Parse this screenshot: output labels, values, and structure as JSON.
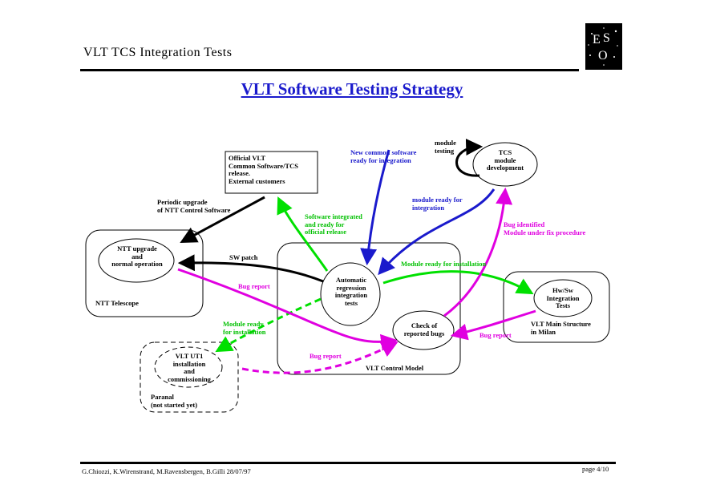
{
  "header": {
    "title": "VLT TCS Integration Tests",
    "logo_text": "ESO"
  },
  "main_title": "VLT Software Testing Strategy",
  "footer": {
    "authors": "G.Chiozzi, K.Wirenstrand, M.Ravensbergen, B.Gilli   28/07/97",
    "page": "page 4/10"
  },
  "colors": {
    "title_blue": "#1a1acc",
    "green": "#00c000",
    "magenta": "#e000e0",
    "black": "#000000"
  },
  "nodes": {
    "official_release": [
      "Official VLT",
      "Common Software/TCS",
      "release.",
      "External customers"
    ],
    "tcs_dev": [
      "TCS",
      "module",
      "development"
    ],
    "ntt_op": [
      "NTT upgrade",
      "and",
      "normal operation"
    ],
    "ntt_telescope": "NTT Telescope",
    "auto_tests": [
      "Automatic",
      "regression",
      "integration",
      "tests"
    ],
    "check_bugs": [
      "Check of",
      "reported bugs"
    ],
    "vlt_control": "VLT Control Model",
    "hwsw": [
      "Hw/Sw",
      "Integration",
      "Tests"
    ],
    "main_structure": [
      "VLT Main Structure",
      "in Milan"
    ],
    "ut1": [
      "VLT UT1",
      "installation",
      "and",
      "commissioning"
    ],
    "paranal": [
      "Paranal",
      "(not started yet)"
    ]
  },
  "labels": {
    "module_testing": [
      "module",
      "testing"
    ],
    "new_common": [
      "New common software",
      "ready for integration"
    ],
    "module_ready_integration": [
      "module ready for",
      "integration"
    ],
    "periodic_upgrade": [
      "Periodic upgrade",
      "of NTT Control Software"
    ],
    "sw_integrated": [
      "Software integrated",
      "and ready for",
      "official release"
    ],
    "bug_identified": [
      "Bug identified",
      "Module under fix procedure"
    ],
    "sw_patch": "SW patch",
    "module_ready_install": "Module ready for installation",
    "bug_report_1": "Bug report",
    "module_ready_install_2": [
      "Module ready",
      "for installation"
    ],
    "bug_report_2": "Bug report",
    "bug_report_3": "Bug report"
  }
}
